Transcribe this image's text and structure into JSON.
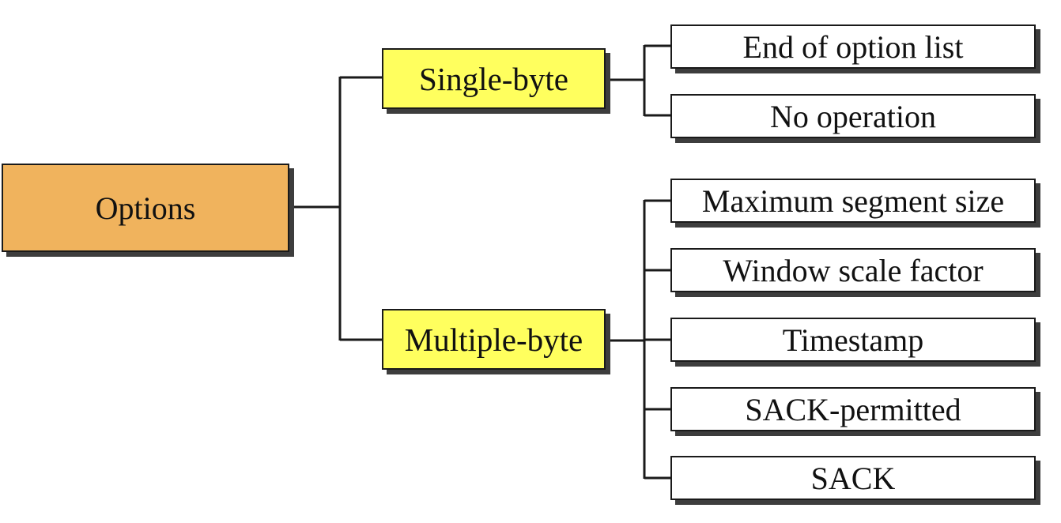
{
  "diagram": {
    "root": {
      "label": "Options",
      "fill": "#f0b35d"
    },
    "categories": [
      {
        "label": "Single-byte",
        "fill": "#ffff5e",
        "options": [
          "End of option list",
          "No operation"
        ]
      },
      {
        "label": "Multiple-byte",
        "fill": "#ffff5e",
        "options": [
          "Maximum segment size",
          "Window scale factor",
          "Timestamp",
          "SACK-permitted",
          "SACK"
        ]
      }
    ]
  }
}
